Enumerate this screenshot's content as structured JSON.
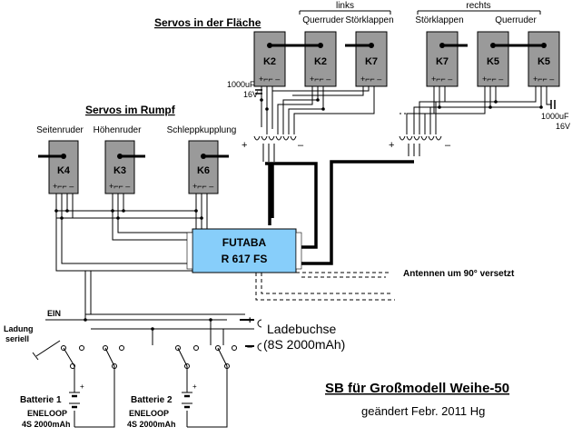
{
  "sections": {
    "wing_title": "Servos in der Fläche",
    "fuselage_title": "Servos im Rumpf",
    "left_group": "links",
    "right_group": "rechts"
  },
  "wing_servos": [
    {
      "channel": "K2",
      "function": ""
    },
    {
      "channel": "K2",
      "function": "Querruder"
    },
    {
      "channel": "K7",
      "function": "Störklappen"
    },
    {
      "channel": "K7",
      "function": "Störklappen"
    },
    {
      "channel": "K5",
      "function": "Querruder"
    },
    {
      "channel": "K5",
      "function": ""
    }
  ],
  "fuselage_servos": [
    {
      "channel": "K4",
      "function": "Seitenruder"
    },
    {
      "channel": "K3",
      "function": "Höhenruder"
    },
    {
      "channel": "K6",
      "function": "Schleppkupplung"
    }
  ],
  "capacitors": {
    "left": {
      "value": "1000uF",
      "voltage": "16V"
    },
    "right": {
      "value": "1000uF",
      "voltage": "16V"
    }
  },
  "polarity": {
    "plus": "+",
    "minus": "–"
  },
  "receiver": {
    "brand": "FUTABA",
    "model": "R 617 FS",
    "color": "#87cefa"
  },
  "antenna_note": "Antennen um 90° versetzt",
  "charging": {
    "port": "Ladebuchse",
    "spec": "(8S 2000mAh)",
    "switch": "EIN",
    "serial": "Ladung seriell"
  },
  "batteries": [
    {
      "name": "Batterie 1",
      "type": "ENELOOP",
      "spec": "4S 2000mAh"
    },
    {
      "name": "Batterie 2",
      "type": "ENELOOP",
      "spec": "4S 2000mAh"
    }
  ],
  "footer": {
    "title": "SB für Großmodell  Weihe-50",
    "subtitle": "geändert Febr. 2011  Hg"
  }
}
